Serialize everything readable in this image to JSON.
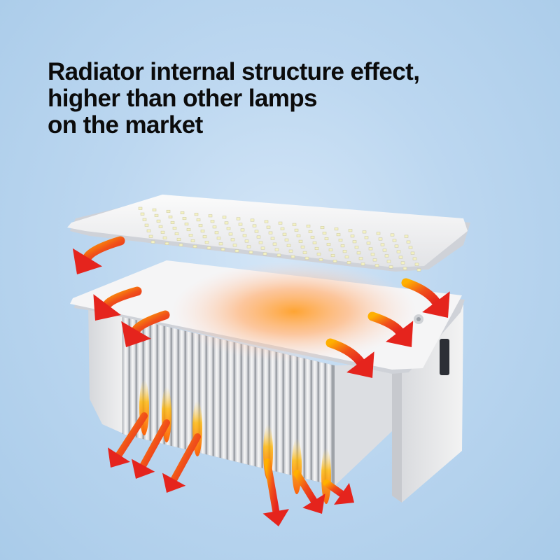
{
  "headline": {
    "lines": [
      "Radiator internal structure effect,",
      "higher than other lamps",
      "on the market"
    ]
  },
  "colors": {
    "background": "#bcd7f0",
    "heat_arrow": "#e5241d",
    "heat_glow": "#ff9a2e",
    "aluminium": "#eeeeee",
    "led": "#f4f2c4"
  }
}
